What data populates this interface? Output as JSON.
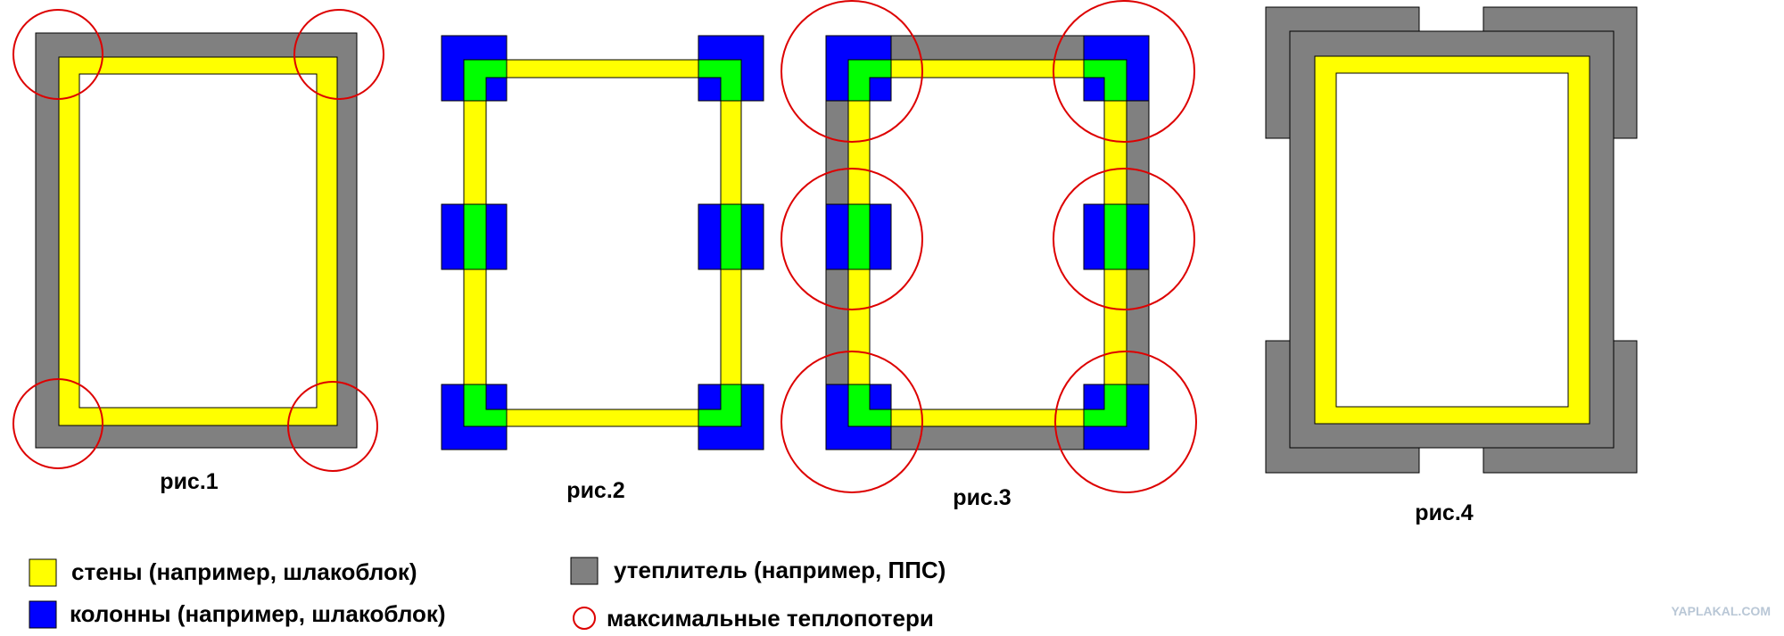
{
  "colors": {
    "wall": "#ffff00",
    "column": "#0000ff",
    "overlap": "#00ff00",
    "insulation": "#808080",
    "heat_loss_marker": "#dd0000",
    "outline": "#000000"
  },
  "figures": [
    {
      "caption": "рис.1"
    },
    {
      "caption": "рис.2"
    },
    {
      "caption": "рис.3"
    },
    {
      "caption": "рис.4"
    }
  ],
  "legend": {
    "walls": "стены (например, шлакоблок)",
    "columns": "колонны (например, шлакоблок)",
    "insulation": "утеплитель (например, ППС)",
    "max_heat_loss": "максимальные теплопотери"
  },
  "watermark": "YAPLAKAL.COM"
}
